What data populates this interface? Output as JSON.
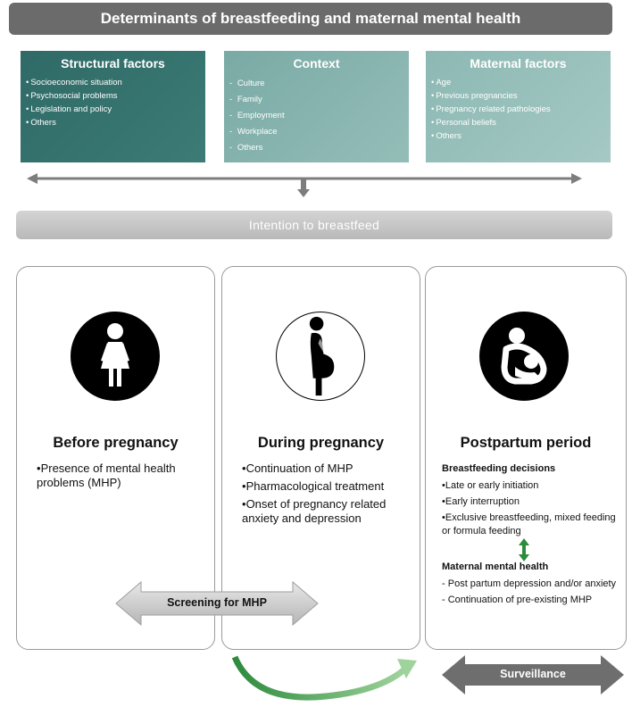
{
  "title": "Determinants of breastfeeding and maternal mental health",
  "factors": [
    {
      "header": "Structural factors",
      "items": [
        "Socioeconomic situation",
        "Psychosocial problems",
        "Legislation and policy",
        "Others"
      ]
    },
    {
      "header": "Context",
      "items": [
        "Culture",
        "Family",
        "Employment",
        "Workplace",
        "Others"
      ]
    },
    {
      "header": "Maternal factors",
      "items": [
        "Age",
        "Previous pregnancies",
        "Pregnancy related pathologies",
        "Personal beliefs",
        "Others"
      ]
    }
  ],
  "intention": "Intention to breastfeed",
  "phases": [
    {
      "title": "Before pregnancy",
      "icon": "woman-icon",
      "items": [
        "Presence of mental health problems (MHP)"
      ]
    },
    {
      "title": "During pregnancy",
      "icon": "pregnant-woman-icon",
      "items": [
        "Continuation of MHP",
        "Pharmacological treatment",
        "Onset of pregnancy related anxiety and depression"
      ]
    },
    {
      "title": "Postpartum period",
      "icon": "breastfeeding-icon",
      "bf_heading": "Breastfeeding decisions",
      "bf_items": [
        "Late or early initiation",
        "Early interruption",
        "Exclusive breastfeeding, mixed feeding or formula feeding"
      ],
      "mmh_heading": "Maternal mental health",
      "mmh_items": [
        "Post partum depression and/or anxiety",
        " Continuation of pre-existing MHP"
      ]
    }
  ],
  "screening_label": "Screening for MHP",
  "surveillance_label": "Surveillance",
  "colors": {
    "dark_teal": "#2f6a66",
    "mid_teal": "#7aaaa5",
    "light_teal": "#8cb8b3",
    "green_arrow": "#2e8b3d",
    "gray": "#6b6b6b"
  }
}
